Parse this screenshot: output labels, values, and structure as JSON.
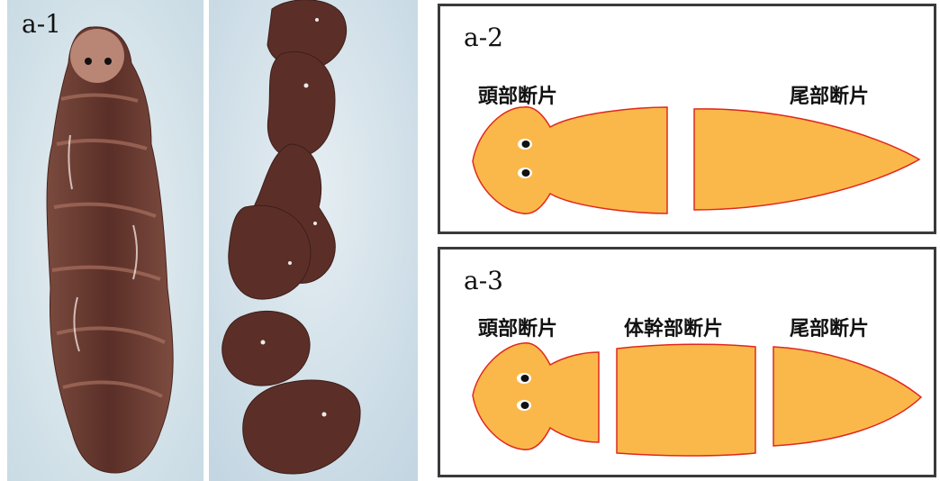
{
  "panels": {
    "a1": {
      "label": "a-1"
    },
    "a2": {
      "label": "a-2",
      "fragments": [
        "頭部断片",
        "尾部断片"
      ]
    },
    "a3": {
      "label": "a-3",
      "fragments": [
        "頭部断片",
        "体幹部断片",
        "尾部断片"
      ]
    }
  },
  "colors": {
    "body_fill": "#fbb84a",
    "body_outline": "#e0281e",
    "photo_bg": "#dfe9ee",
    "worm_brown": "#5e322a",
    "frame": "#3a3a3a"
  }
}
